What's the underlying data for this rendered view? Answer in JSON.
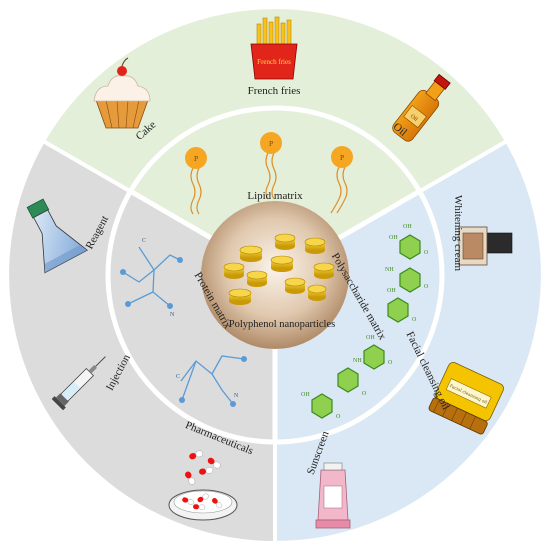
{
  "center": {
    "label": "Polyphenol nanoparticles"
  },
  "matrices": {
    "lipid": "Lipid matrix",
    "polysaccharide": "Polysaccharide matrix",
    "protein": "Protein matrix"
  },
  "products": {
    "french_fries": "French fries",
    "french_fries_box": "French fries",
    "cake": "Cake",
    "oil": "Oil",
    "oil_bottle_tag": "Oil",
    "whitening_cream": "Whitening cream",
    "facial_cleansing_oil": "Facial cleansing oil",
    "facial_jar_label": "Facial cleansing oil",
    "sunscreen": "Sunscreen",
    "pharmaceuticals": "Pharmaceuticals",
    "injection": "Injection",
    "reagent": "Reagent"
  },
  "chem": {
    "p": "P",
    "c": "C",
    "n": "N",
    "oh": "OH",
    "nh": "NH",
    "o": "O"
  },
  "colors": {
    "lipid_sector": "#e3efd9",
    "polysaccharide_sector": "#dae8f5",
    "protein_sector": "#dcdcdc",
    "center_gradient_inner": "#fbf3ea",
    "center_gradient_outer": "#a47c57",
    "nanoparticle": "#e5b90e",
    "phospholipid_head": "#f5a623",
    "protein_node": "#5b9bd5",
    "glucose_ring": "#7cc242"
  }
}
